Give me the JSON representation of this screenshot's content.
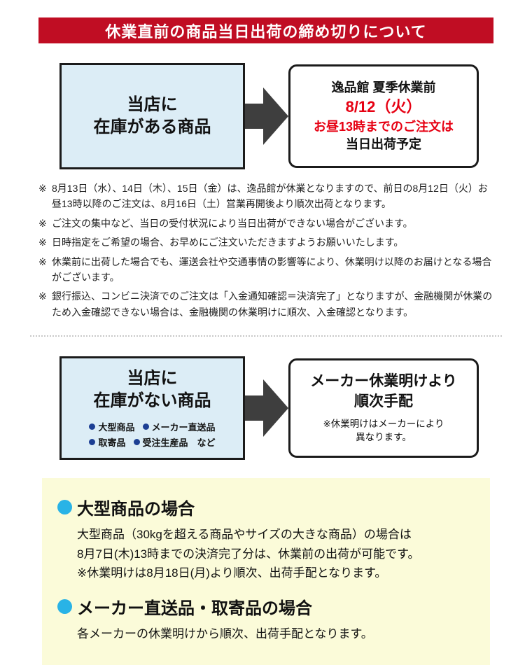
{
  "header": {
    "title": "休業直前の商品当日出荷の締め切りについて"
  },
  "flow_in_stock": {
    "source": {
      "line1": "当店に",
      "line2": "在庫がある商品"
    },
    "result": {
      "line1": "逸品館 夏季休業前",
      "line2": "8/12（火）",
      "line3": "お昼13時までのご注文は",
      "line4": "当日出荷予定"
    }
  },
  "notes": [
    {
      "marker": "※",
      "text": "8月13日（水）、14日（木）、15日（金）は、逸品館が休業となりますので、前日の8月12日（火）お昼13時以降のご注文は、8月16日（土）営業再開後より順次出荷となります。"
    },
    {
      "marker": "※",
      "text": "ご注文の集中など、当日の受付状況により当日出荷ができない場合がございます。"
    },
    {
      "marker": "※",
      "text": "日時指定をご希望の場合、お早めにご注文いただきますようお願いいたします。"
    },
    {
      "marker": "※",
      "text": "休業前に出荷した場合でも、運送会社や交通事情の影響等により、休業明け以降のお届けとなる場合がございます。"
    },
    {
      "marker": "※",
      "text": "銀行振込、コンビニ決済でのご注文は「入金通知確認＝決済完了」となりますが、金融機関が休業のため入金確認できない場合は、金融機関の休業明けに順次、入金確認となります。"
    }
  ],
  "flow_backorder": {
    "source": {
      "line1": "当店に",
      "line2": "在庫がない商品",
      "tags_row1": [
        "大型商品",
        "メーカー直送品"
      ],
      "tags_row2": [
        "取寄品",
        "受注生産品　など"
      ]
    },
    "result": {
      "line1": "メーカー休業明けより",
      "line2": "順次手配",
      "note_line1": "※休業明けはメーカーにより",
      "note_line2": "異なります。"
    }
  },
  "special_cases": {
    "large_items": {
      "title": "大型商品の場合",
      "lines": [
        "大型商品（30kgを超える商品やサイズの大きな商品）の場合は",
        "8月7日(木)13時までの決済完了分は、休業前の出荷が可能です。",
        "※休業明けは8月18日(月)より順次、出荷手配となります。"
      ]
    },
    "direct_ship": {
      "title": "メーカー直送品・取寄品の場合",
      "lines": [
        "各メーカーの休業明けから順次、出荷手配となります。"
      ]
    }
  },
  "colors": {
    "header_bg": "#c00d23",
    "accent_red": "#e60012",
    "box_blue_bg": "#dcedf6",
    "box_border": "#1b1b1b",
    "arrow_color": "#3e3e3e",
    "yellow_bg": "#fbfbd9",
    "cyan_bullet": "#29b3e6",
    "tag_bullet": "#1c3f94"
  }
}
